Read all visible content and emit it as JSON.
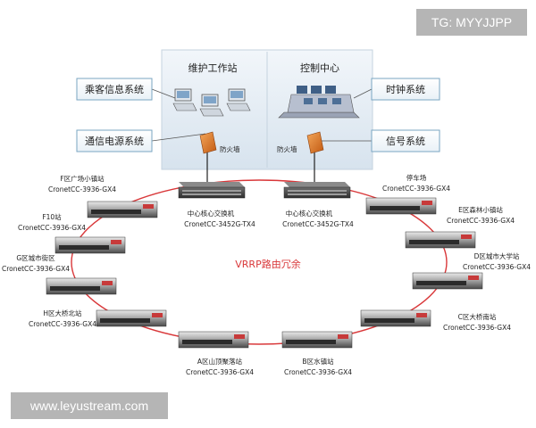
{
  "title_watermark": "TG: MYYJJPP",
  "site_watermark": "www.leyustream.com",
  "ring_label": "VRRP路由冗余",
  "control_room": {
    "workstation_label": "维护工作站",
    "control_center_label": "控制中心",
    "firewall_label": "防火墙"
  },
  "external_systems": {
    "passenger_info": "乘客信息系统",
    "comm_power": "通信电源系统",
    "clock": "时钟系统",
    "signal": "信号系统"
  },
  "core_switches": [
    {
      "name": "中心核心交换机",
      "model": "CronetCC-3452G-TX4"
    },
    {
      "name": "中心核心交换机",
      "model": "CronetCC-3452G-TX4"
    }
  ],
  "stations": [
    {
      "name": "F区广场小镇站",
      "model": "CronetCC-3936-GX4"
    },
    {
      "name": "F10站",
      "model": "CronetCC-3936-GX4"
    },
    {
      "name": "G区城市街区",
      "model": "CronetCC-3936-GX4"
    },
    {
      "name": "H区大桥北站",
      "model": "CronetCC-3936-GX4"
    },
    {
      "name": "A区山顶聚落站",
      "model": "CronetCC-3936-GX4"
    },
    {
      "name": "B区水镇站",
      "model": "CronetCC-3936-GX4"
    },
    {
      "name": "C区大桥南站",
      "model": "CronetCC-3936-GX4"
    },
    {
      "name": "D区城市大学站",
      "model": "CronetCC-3936-GX4"
    },
    {
      "name": "E区森林小镇站",
      "model": "CronetCC-3936-GX4"
    },
    {
      "name": "停车场",
      "model": "CronetCC-3936-GX4"
    }
  ],
  "colors": {
    "ring": "#d9383a",
    "label_box_border": "#7aa6c2",
    "panel": "#e6eef5"
  }
}
